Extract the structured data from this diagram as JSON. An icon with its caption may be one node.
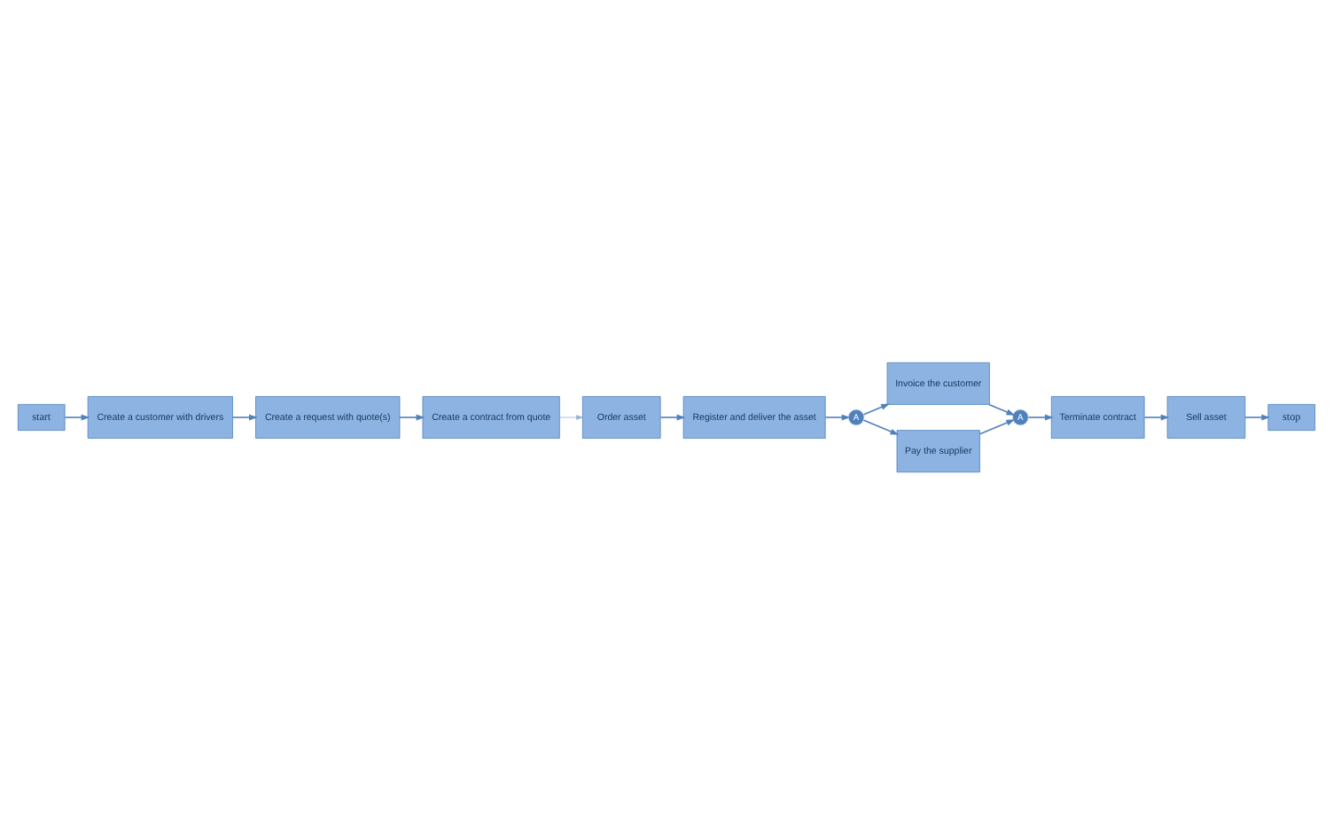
{
  "diagram": {
    "nodes": [
      {
        "text": [
          "start"
        ]
      },
      {
        "text": [
          "Create a customer with drivers"
        ]
      },
      {
        "text": [
          "Create a request with quote(s)"
        ]
      },
      {
        "text": [
          "Create a contract from quote"
        ]
      },
      {
        "text": [
          "Order asset"
        ]
      },
      {
        "text": [
          "Register and deliver the asset"
        ]
      },
      {
        "text": [
          "A"
        ]
      },
      {
        "text": [
          "Invoice the customer"
        ]
      },
      {
        "text": [
          "Pay the supplier"
        ]
      },
      {
        "text": [
          "A"
        ]
      },
      {
        "text": [
          "Terminate contract"
        ]
      },
      {
        "text": [
          "Sell asset"
        ]
      },
      {
        "text": [
          "stop"
        ]
      }
    ],
    "edges": [
      {
        "from": 0,
        "to": 1,
        "arrow": "to"
      },
      {
        "from": 1,
        "to": 2,
        "arrow": "to"
      },
      {
        "from": 2,
        "to": 3,
        "arrow": "to"
      },
      {
        "from": 3,
        "to": 4,
        "arrow": "to",
        "color": "#95b3d7"
      },
      {
        "from": 4,
        "to": 5,
        "arrow": "to"
      },
      {
        "from": 5,
        "to": 6,
        "arrow": "to"
      },
      {
        "from": 6,
        "to": 7,
        "arrow": "to"
      },
      {
        "from": 6,
        "to": 8,
        "arrow": "to"
      },
      {
        "from": 7,
        "to": 9,
        "arrow": "to"
      },
      {
        "from": 8,
        "to": 9,
        "arrow": "to"
      },
      {
        "from": 9,
        "to": 10,
        "arrow": "to"
      },
      {
        "from": 10,
        "to": 11,
        "arrow": "to"
      },
      {
        "from": 11,
        "to": 12,
        "arrow": "to"
      }
    ]
  }
}
